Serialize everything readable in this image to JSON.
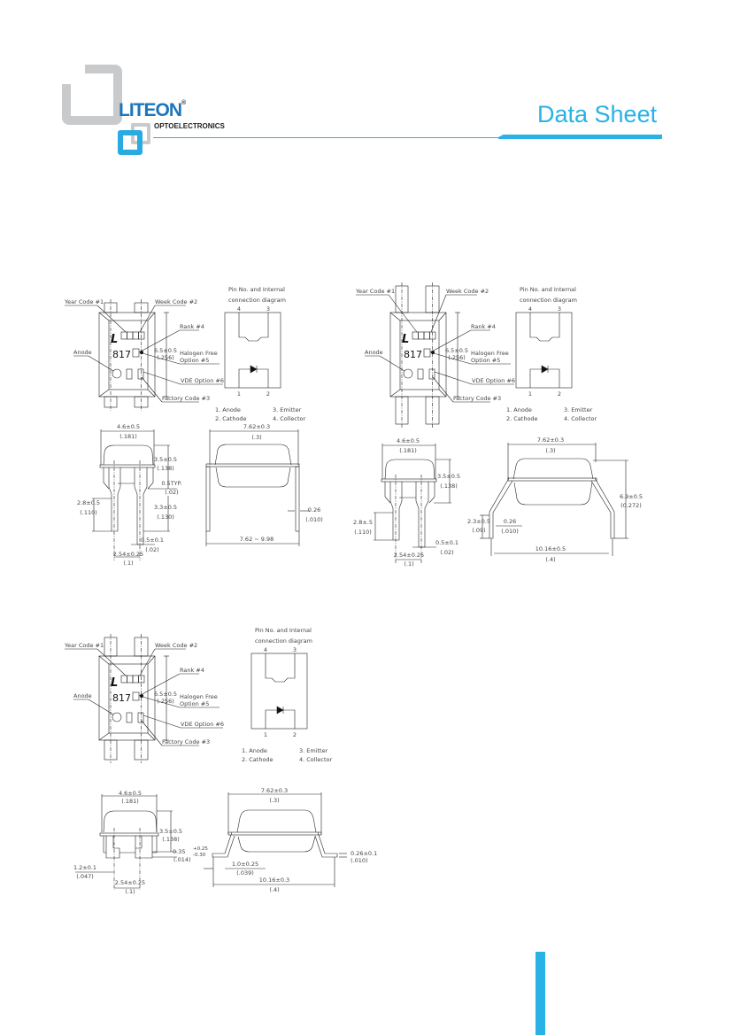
{
  "header": {
    "brand": "LITEON",
    "registered": "®",
    "subtitle": "OPTOELECTRONICS",
    "title": "Data Sheet",
    "accent_color": "#29b2e6",
    "brand_color": "#1c75bc"
  },
  "packages": [
    {
      "top_view": {
        "year_code": "Year Code #1",
        "week_code": "Week Code #2",
        "rank": "Rank #4",
        "marking_l": "L",
        "marking_part": "817",
        "dim": "6.5±0.5",
        "dim_in": "(.256)",
        "halogen": "Halogen Free",
        "halogen_opt": "Option #5",
        "vde": "VDE Option #6",
        "factory": "Factory Code #3",
        "anode": "Anode"
      },
      "pin_diagram": {
        "title1": "Pin No. and Internal",
        "title2": "connection diagram",
        "pins": [
          "1",
          "2",
          "3",
          "4"
        ],
        "legend": [
          "1. Anode",
          "2. Cathode",
          "3. Emitter",
          "4. Collector"
        ]
      },
      "front_view": [
        "4.6±0.5",
        "(.181)",
        "3.5±0.5",
        "(.138)",
        "0.5TYP.",
        "(.02)",
        "2.8±0.5",
        "(.110)",
        "3.3±0.5",
        "(.130)",
        "0.5±0.1",
        "(.02)",
        "2.54±0.25",
        "(.1)"
      ],
      "side_view": [
        "7.62±0.3",
        "(.3)",
        "7.62 ~ 9.98",
        "0.26",
        "(.010)"
      ]
    },
    {
      "top_view": {
        "year_code": "Year Code #1",
        "week_code": "Week Code #2",
        "rank": "Rank #4",
        "marking_l": "L",
        "marking_part": "817",
        "dim": "6.5±0.5",
        "dim_in": "(.256)",
        "halogen": "Halogen Free",
        "halogen_opt": "Option #5",
        "vde": "VDE Option #6",
        "factory": "Factory Code #3",
        "anode": "Anode"
      },
      "pin_diagram": {
        "title1": "Pin No. and Internal",
        "title2": "connection diagram",
        "pins": [
          "1",
          "2",
          "3",
          "4"
        ],
        "legend": [
          "1. Anode",
          "2. Cathode",
          "3. Emitter",
          "4. Collector"
        ]
      },
      "front_view": [
        "4.6±0.5",
        "(.181)",
        "3.5±0.5",
        "(.138)",
        "2.8±.5",
        "(.110)",
        "0.5±0.1",
        "(.02)",
        "2.54±0.25",
        "(.1)"
      ],
      "side_view": [
        "7.62±0.3",
        "(.3)",
        "6.9±0.5",
        "(0.272)",
        "2.3±0.5",
        "(.09)",
        "0.26",
        "(.010)",
        "10.16±0.5",
        "(.4)"
      ]
    },
    {
      "top_view": {
        "year_code": "Year Code #1",
        "week_code": "Week Code #2",
        "rank": "Rank #4",
        "marking_l": "L",
        "marking_part": "817",
        "dim": "6.5±0.5",
        "dim_in": "(.256)",
        "halogen": "Halogen Free",
        "halogen_opt": "Option #5",
        "vde": "VDE Option #6",
        "factory": "Factory Code #3",
        "anode": "Anode"
      },
      "pin_diagram": {
        "title1": "Pin No. and Internal",
        "title2": "connection diagram",
        "pins": [
          "1",
          "2",
          "3",
          "4"
        ],
        "legend": [
          "1. Anode",
          "2. Cathode",
          "3. Emitter",
          "4. Collector"
        ]
      },
      "front_view": [
        "4.6±0.5",
        "(.181)",
        "3.5±0.5",
        "(.138)",
        "0.35",
        "+0.25",
        "-0.30",
        "(.014)",
        "1.2±0.1",
        "(.047)",
        "2.54±0.25",
        "(.1)"
      ],
      "side_view": [
        "7.62±0.3",
        "(.3)",
        "1.0±0.25",
        "(.039)",
        "10.16±0.3",
        "(.4)",
        "0.26±0.1",
        "(.010)"
      ]
    }
  ]
}
